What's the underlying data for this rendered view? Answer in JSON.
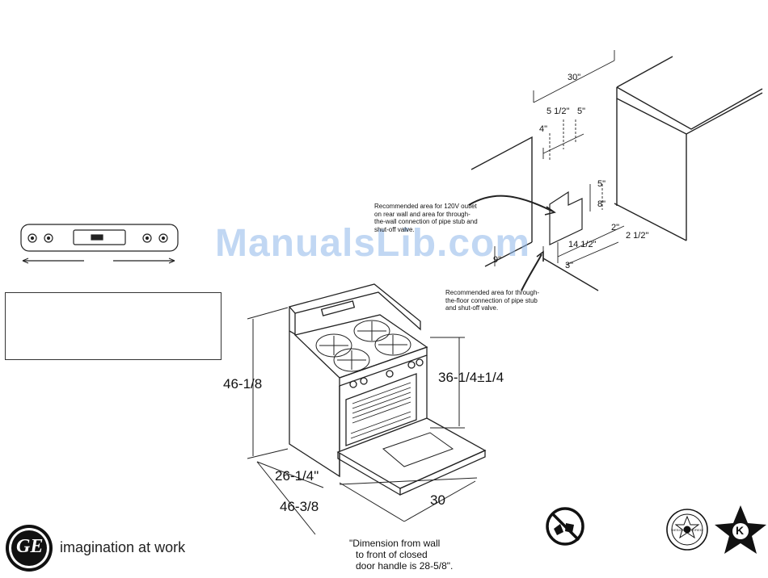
{
  "watermark": "ManualsLib.com",
  "brand": {
    "logo_text": "GE",
    "tagline": "imagination at work"
  },
  "range_dims": {
    "height": "46-1/8",
    "cooktop_height": "36-1/4±1/4",
    "depth": "26-1/4\"",
    "depth_open": "46-3/8",
    "width": "30"
  },
  "footnote": [
    "\"Dimension from wall",
    "to front of closed",
    "door handle is 28-5/8\"."
  ],
  "installation": {
    "dims": {
      "width_total": "30\"",
      "d_5_half": "5 1/2\"",
      "d_5_top": "5\"",
      "d_4": "4\"",
      "d_5_side": "5\"",
      "d_8": "8\"",
      "d_2": "2\"",
      "d_2_half": "2 1/2\"",
      "d_14_half": "14 1/2\"",
      "d_9": "9\"",
      "d_3": "3\""
    },
    "note_wall": "Recommended area for 120V outlet on rear wall and area for through-the-wall connection of pipe stub and shut-off valve.",
    "note_floor": "Recommended area for through-the-floor connection of pipe stub and shut-off valve."
  },
  "badges": {
    "design_certified": "DESIGN CERTIFIED",
    "kosher": "K"
  },
  "colors": {
    "watermark": "#8fb8ea",
    "ink": "#111111"
  }
}
